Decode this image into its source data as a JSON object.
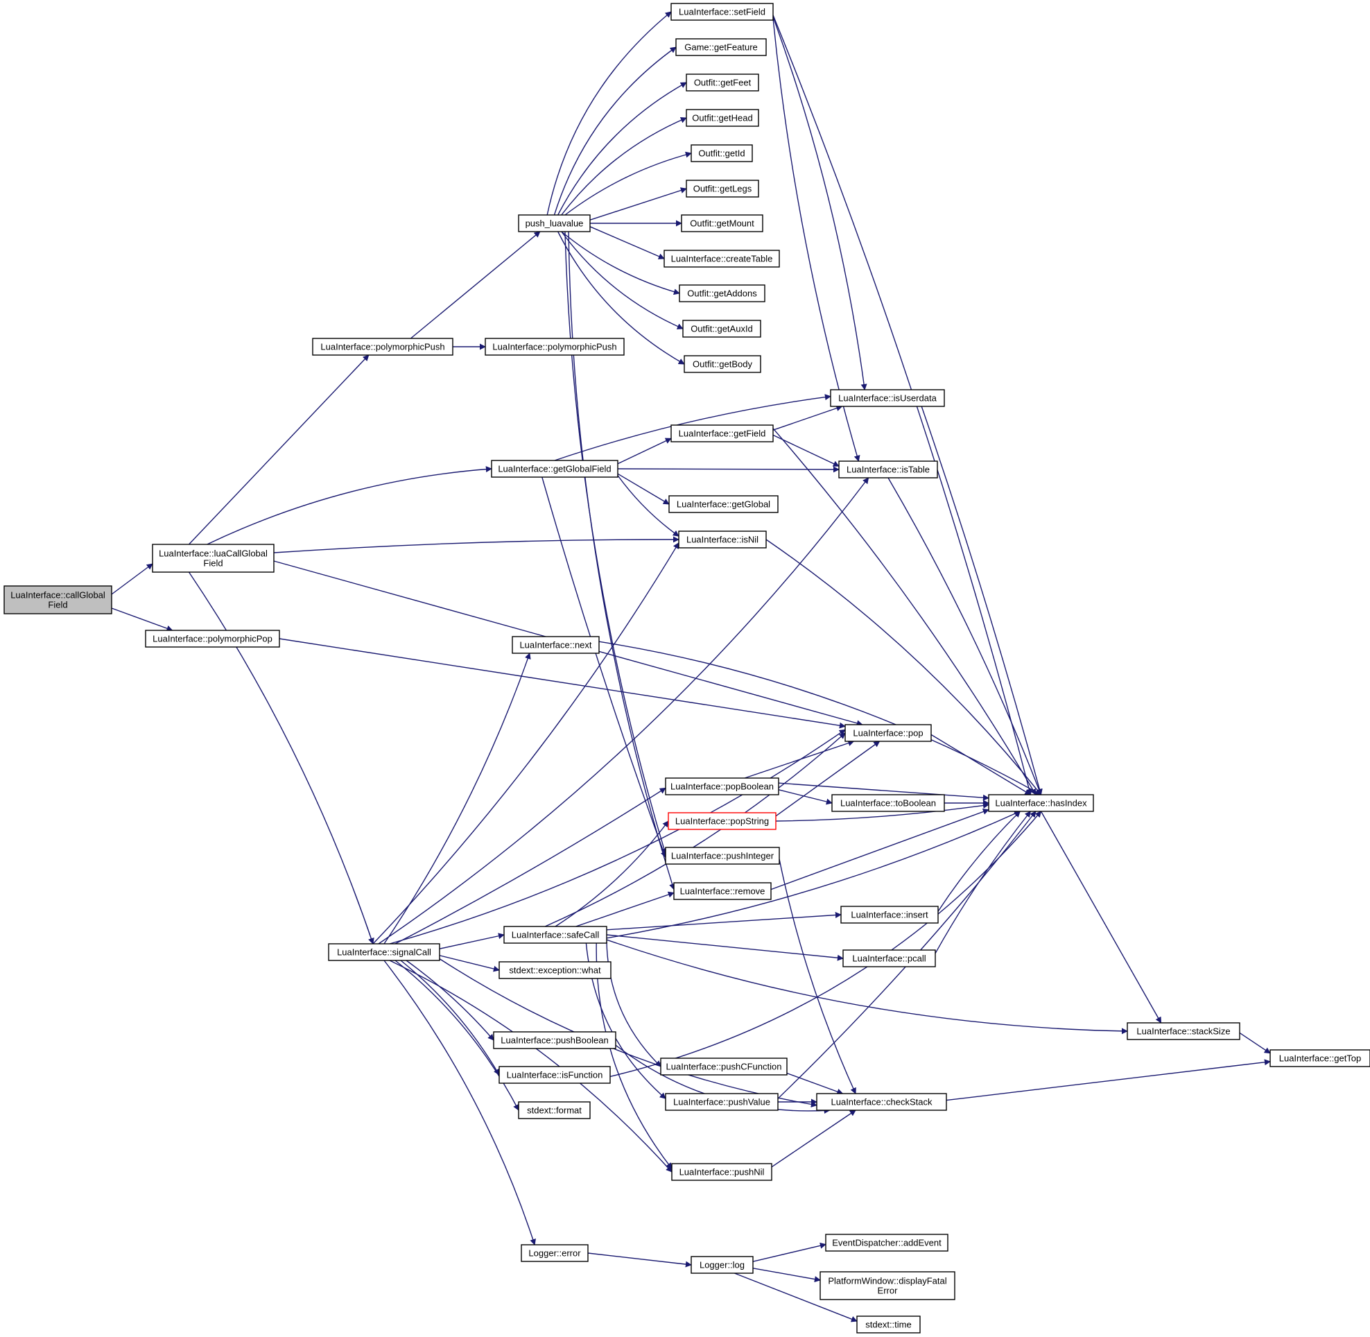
{
  "colors": {
    "edge": "#191970",
    "root_fill": "#bfbfbf",
    "highlight_border": "#ff0000"
  },
  "nodes": {
    "callGlobalField": {
      "lines": [
        "LuaInterface::callGlobal",
        "Field"
      ]
    },
    "luaCallGlobalField": {
      "lines": [
        "LuaInterface::luaCallGlobal",
        "Field"
      ]
    },
    "polymorphicPop": {
      "lines": [
        "LuaInterface::polymorphicPop"
      ]
    },
    "polymorphicPush1": {
      "lines": [
        "LuaInterface::polymorphicPush"
      ]
    },
    "polymorphicPush2": {
      "lines": [
        "LuaInterface::polymorphicPush"
      ]
    },
    "push_luavalue": {
      "lines": [
        "push_luavalue"
      ]
    },
    "setField": {
      "lines": [
        "LuaInterface::setField"
      ]
    },
    "getFeature": {
      "lines": [
        "Game::getFeature"
      ]
    },
    "getFeet": {
      "lines": [
        "Outfit::getFeet"
      ]
    },
    "getHead": {
      "lines": [
        "Outfit::getHead"
      ]
    },
    "getId": {
      "lines": [
        "Outfit::getId"
      ]
    },
    "getLegs": {
      "lines": [
        "Outfit::getLegs"
      ]
    },
    "getMount": {
      "lines": [
        "Outfit::getMount"
      ]
    },
    "createTable": {
      "lines": [
        "LuaInterface::createTable"
      ]
    },
    "getAddons": {
      "lines": [
        "Outfit::getAddons"
      ]
    },
    "getAuxId": {
      "lines": [
        "Outfit::getAuxId"
      ]
    },
    "getBody": {
      "lines": [
        "Outfit::getBody"
      ]
    },
    "isUserdata": {
      "lines": [
        "LuaInterface::isUserdata"
      ]
    },
    "getField": {
      "lines": [
        "LuaInterface::getField"
      ]
    },
    "getGlobalField": {
      "lines": [
        "LuaInterface::getGlobalField"
      ]
    },
    "isTable": {
      "lines": [
        "LuaInterface::isTable"
      ]
    },
    "getGlobal": {
      "lines": [
        "LuaInterface::getGlobal"
      ]
    },
    "isNil": {
      "lines": [
        "LuaInterface::isNil"
      ]
    },
    "next": {
      "lines": [
        "LuaInterface::next"
      ]
    },
    "pop": {
      "lines": [
        "LuaInterface::pop"
      ]
    },
    "popBoolean": {
      "lines": [
        "LuaInterface::popBoolean"
      ]
    },
    "toBoolean": {
      "lines": [
        "LuaInterface::toBoolean"
      ]
    },
    "hasIndex": {
      "lines": [
        "LuaInterface::hasIndex"
      ]
    },
    "popString": {
      "lines": [
        "LuaInterface::popString"
      ]
    },
    "pushInteger": {
      "lines": [
        "LuaInterface::pushInteger"
      ]
    },
    "remove": {
      "lines": [
        "LuaInterface::remove"
      ]
    },
    "insert": {
      "lines": [
        "LuaInterface::insert"
      ]
    },
    "safeCall": {
      "lines": [
        "LuaInterface::safeCall"
      ]
    },
    "signalCall": {
      "lines": [
        "LuaInterface::signalCall"
      ]
    },
    "pcall": {
      "lines": [
        "LuaInterface::pcall"
      ]
    },
    "what": {
      "lines": [
        "stdext::exception::what"
      ]
    },
    "stackSize": {
      "lines": [
        "LuaInterface::stackSize"
      ]
    },
    "getTop": {
      "lines": [
        "LuaInterface::getTop"
      ]
    },
    "pushBoolean": {
      "lines": [
        "LuaInterface::pushBoolean"
      ]
    },
    "pushCFunction": {
      "lines": [
        "LuaInterface::pushCFunction"
      ]
    },
    "isFunction": {
      "lines": [
        "LuaInterface::isFunction"
      ]
    },
    "pushValue": {
      "lines": [
        "LuaInterface::pushValue"
      ]
    },
    "checkStack": {
      "lines": [
        "LuaInterface::checkStack"
      ]
    },
    "format": {
      "lines": [
        "stdext::format"
      ]
    },
    "pushNil": {
      "lines": [
        "LuaInterface::pushNil"
      ]
    },
    "addEvent": {
      "lines": [
        "EventDispatcher::addEvent"
      ]
    },
    "loggerError": {
      "lines": [
        "Logger::error"
      ]
    },
    "loggerLog": {
      "lines": [
        "Logger::log"
      ]
    },
    "displayFatalError": {
      "lines": [
        "PlatformWindow::displayFatal",
        "Error"
      ]
    },
    "time": {
      "lines": [
        "stdext::time"
      ]
    }
  }
}
